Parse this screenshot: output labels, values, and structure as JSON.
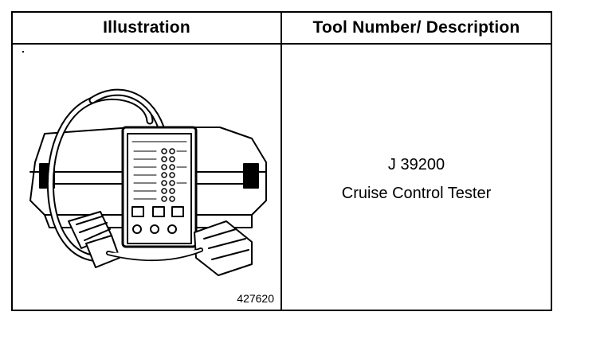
{
  "table": {
    "header_illustration": "Illustration",
    "header_tool": "Tool Number/ Description"
  },
  "tool": {
    "number": "J 39200",
    "description": "Cruise Control Tester",
    "figure_number": "427620"
  }
}
